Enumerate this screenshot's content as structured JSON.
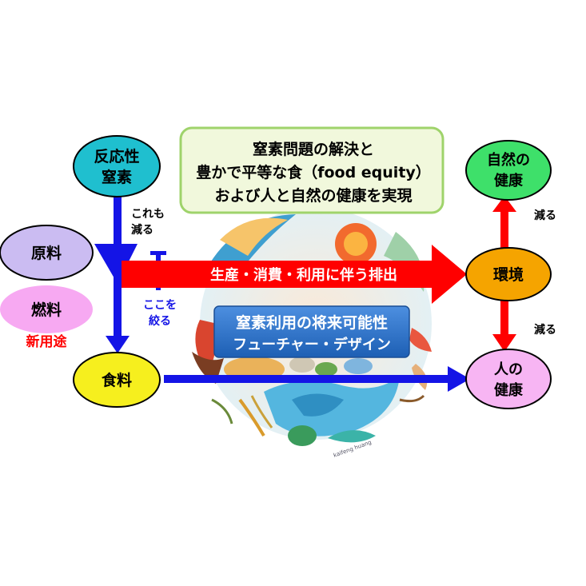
{
  "title_box": {
    "line1": "窒素問題の解決と",
    "line2": "豊かで平等な食（food equity）",
    "line3": "および人と自然の健康を実現"
  },
  "nodes": {
    "reactive_n": {
      "line1": "反応性",
      "line2": "窒素",
      "color": "#1fbfcf"
    },
    "raw_material": {
      "label": "原料",
      "color": "#cbbcf2"
    },
    "fuel": {
      "label": "燃料",
      "color": "#f7a9f2"
    },
    "food": {
      "label": "食料",
      "color": "#f6ef1e"
    },
    "environment": {
      "label": "環境",
      "color": "#f5a400"
    },
    "nature_health": {
      "line1": "自然の",
      "line2": "健康",
      "color": "#3ee06a"
    },
    "human_health": {
      "line1": "人の",
      "line2": "健康",
      "color": "#f7b5f3"
    }
  },
  "labels": {
    "this_also_decreases": {
      "line1": "これも",
      "line2": "減る"
    },
    "new_use": "新用途",
    "squeeze_here": {
      "line1": "ここを",
      "line2": "絞る"
    },
    "decrease_upper": "減る",
    "decrease_lower": "減る",
    "emission_arrow": "生産・消費・利用に伴う排出",
    "future_design": {
      "line1": "窒素利用の将来可能性",
      "line2": "フューチャー・デザイン"
    },
    "artist_signature": "kaifeng huang"
  },
  "colors": {
    "blue_arrow": "#1414e6",
    "red_arrow": "#ff0000",
    "title_box_fill": "#f1f8dc",
    "title_box_border": "#9fd36b",
    "design_box": "#2f72c8"
  }
}
